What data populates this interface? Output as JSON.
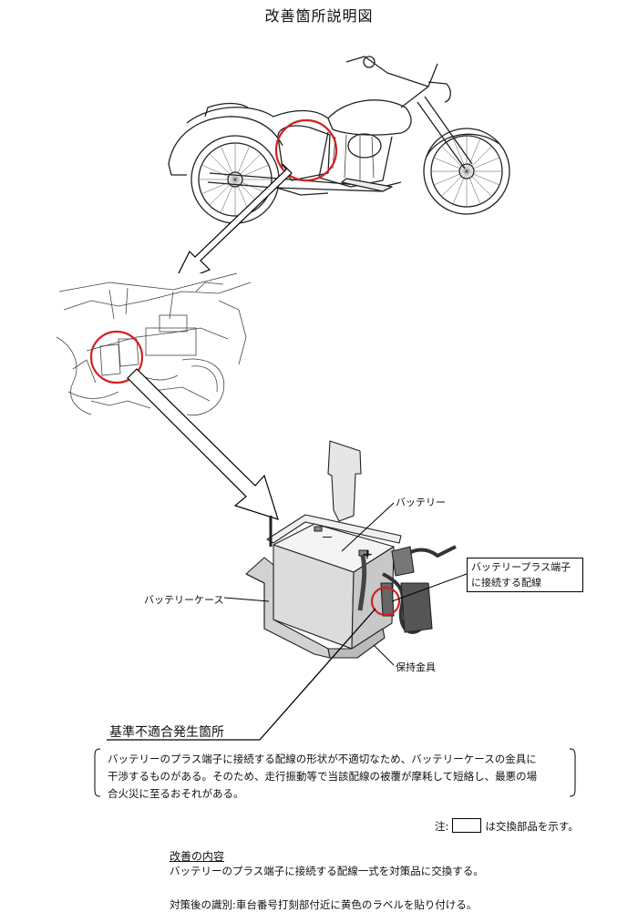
{
  "title": "改善箇所説明図",
  "labels": {
    "battery": "バッテリー",
    "battery_case": "バッテリーケース",
    "plus_wiring_line1": "バッテリープラス端子",
    "plus_wiring_line2": "に接続する配線",
    "bracket": "保持金具",
    "minus_sign": "－",
    "plus_sign": "＋"
  },
  "defect": {
    "title": "基準不適合発生箇所",
    "line1": "バッテリーのプラス端子に接続する配線の形状が不適切なため、バッテリーケースの金具に",
    "line2": "干渉するものがある。そのため、走行振動等で当該配線の被覆が摩耗して短絡し、最悪の場",
    "line3": "合火災に至るおそれがある。"
  },
  "note": {
    "prefix": "注:",
    "suffix": "は交換部品を示す。"
  },
  "improvement": {
    "title": "改善の内容",
    "text": "バッテリーのプラス端子に接続する配線一式を対策品に交換する。"
  },
  "identification": "対策後の識別:車台番号打刻部付近に黄色のラベルを貼り付ける。",
  "colors": {
    "highlight_circle": "#d42020",
    "line": "#000000"
  }
}
